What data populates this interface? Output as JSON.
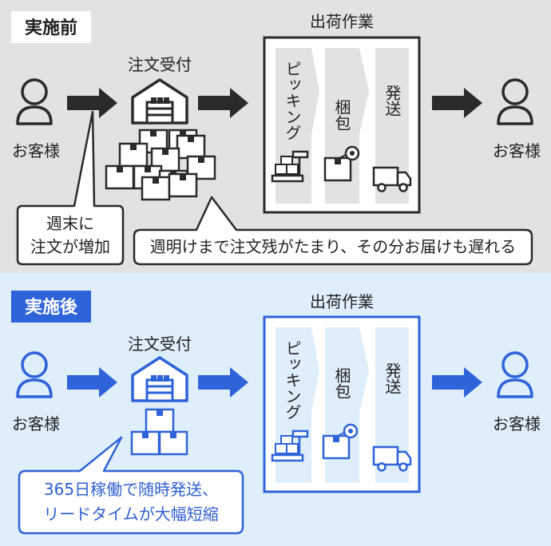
{
  "before": {
    "label": "実施前",
    "customer_left": "お客様",
    "customer_right": "お客様",
    "order_reception": "注文受付",
    "shipping_work": "出荷作業",
    "step_picking": "ピッキング",
    "step_packing": "梱包",
    "step_shipping": "発送",
    "callout_weekend_line1": "週末に",
    "callout_weekend_line2": "注文が増加",
    "callout_backlog": "週明けまで注文残がたまり、その分お届けも遅れる"
  },
  "after": {
    "label": "実施後",
    "customer_left": "お客様",
    "customer_right": "お客様",
    "order_reception": "注文受付",
    "shipping_work": "出荷作業",
    "step_picking": "ピッキング",
    "step_packing": "梱包",
    "step_shipping": "発送",
    "callout_line1": "365日稼働で随時発送、",
    "callout_line2": "リードタイムが大幅短縮"
  },
  "colors": {
    "before_bg": "#e2e2e2",
    "after_bg": "#dfeefb",
    "before_arrow": "#2a2a2a",
    "after_arrow": "#2e63d9",
    "after_text": "#2f5fd0",
    "accent_badge": "#2e63d9"
  }
}
